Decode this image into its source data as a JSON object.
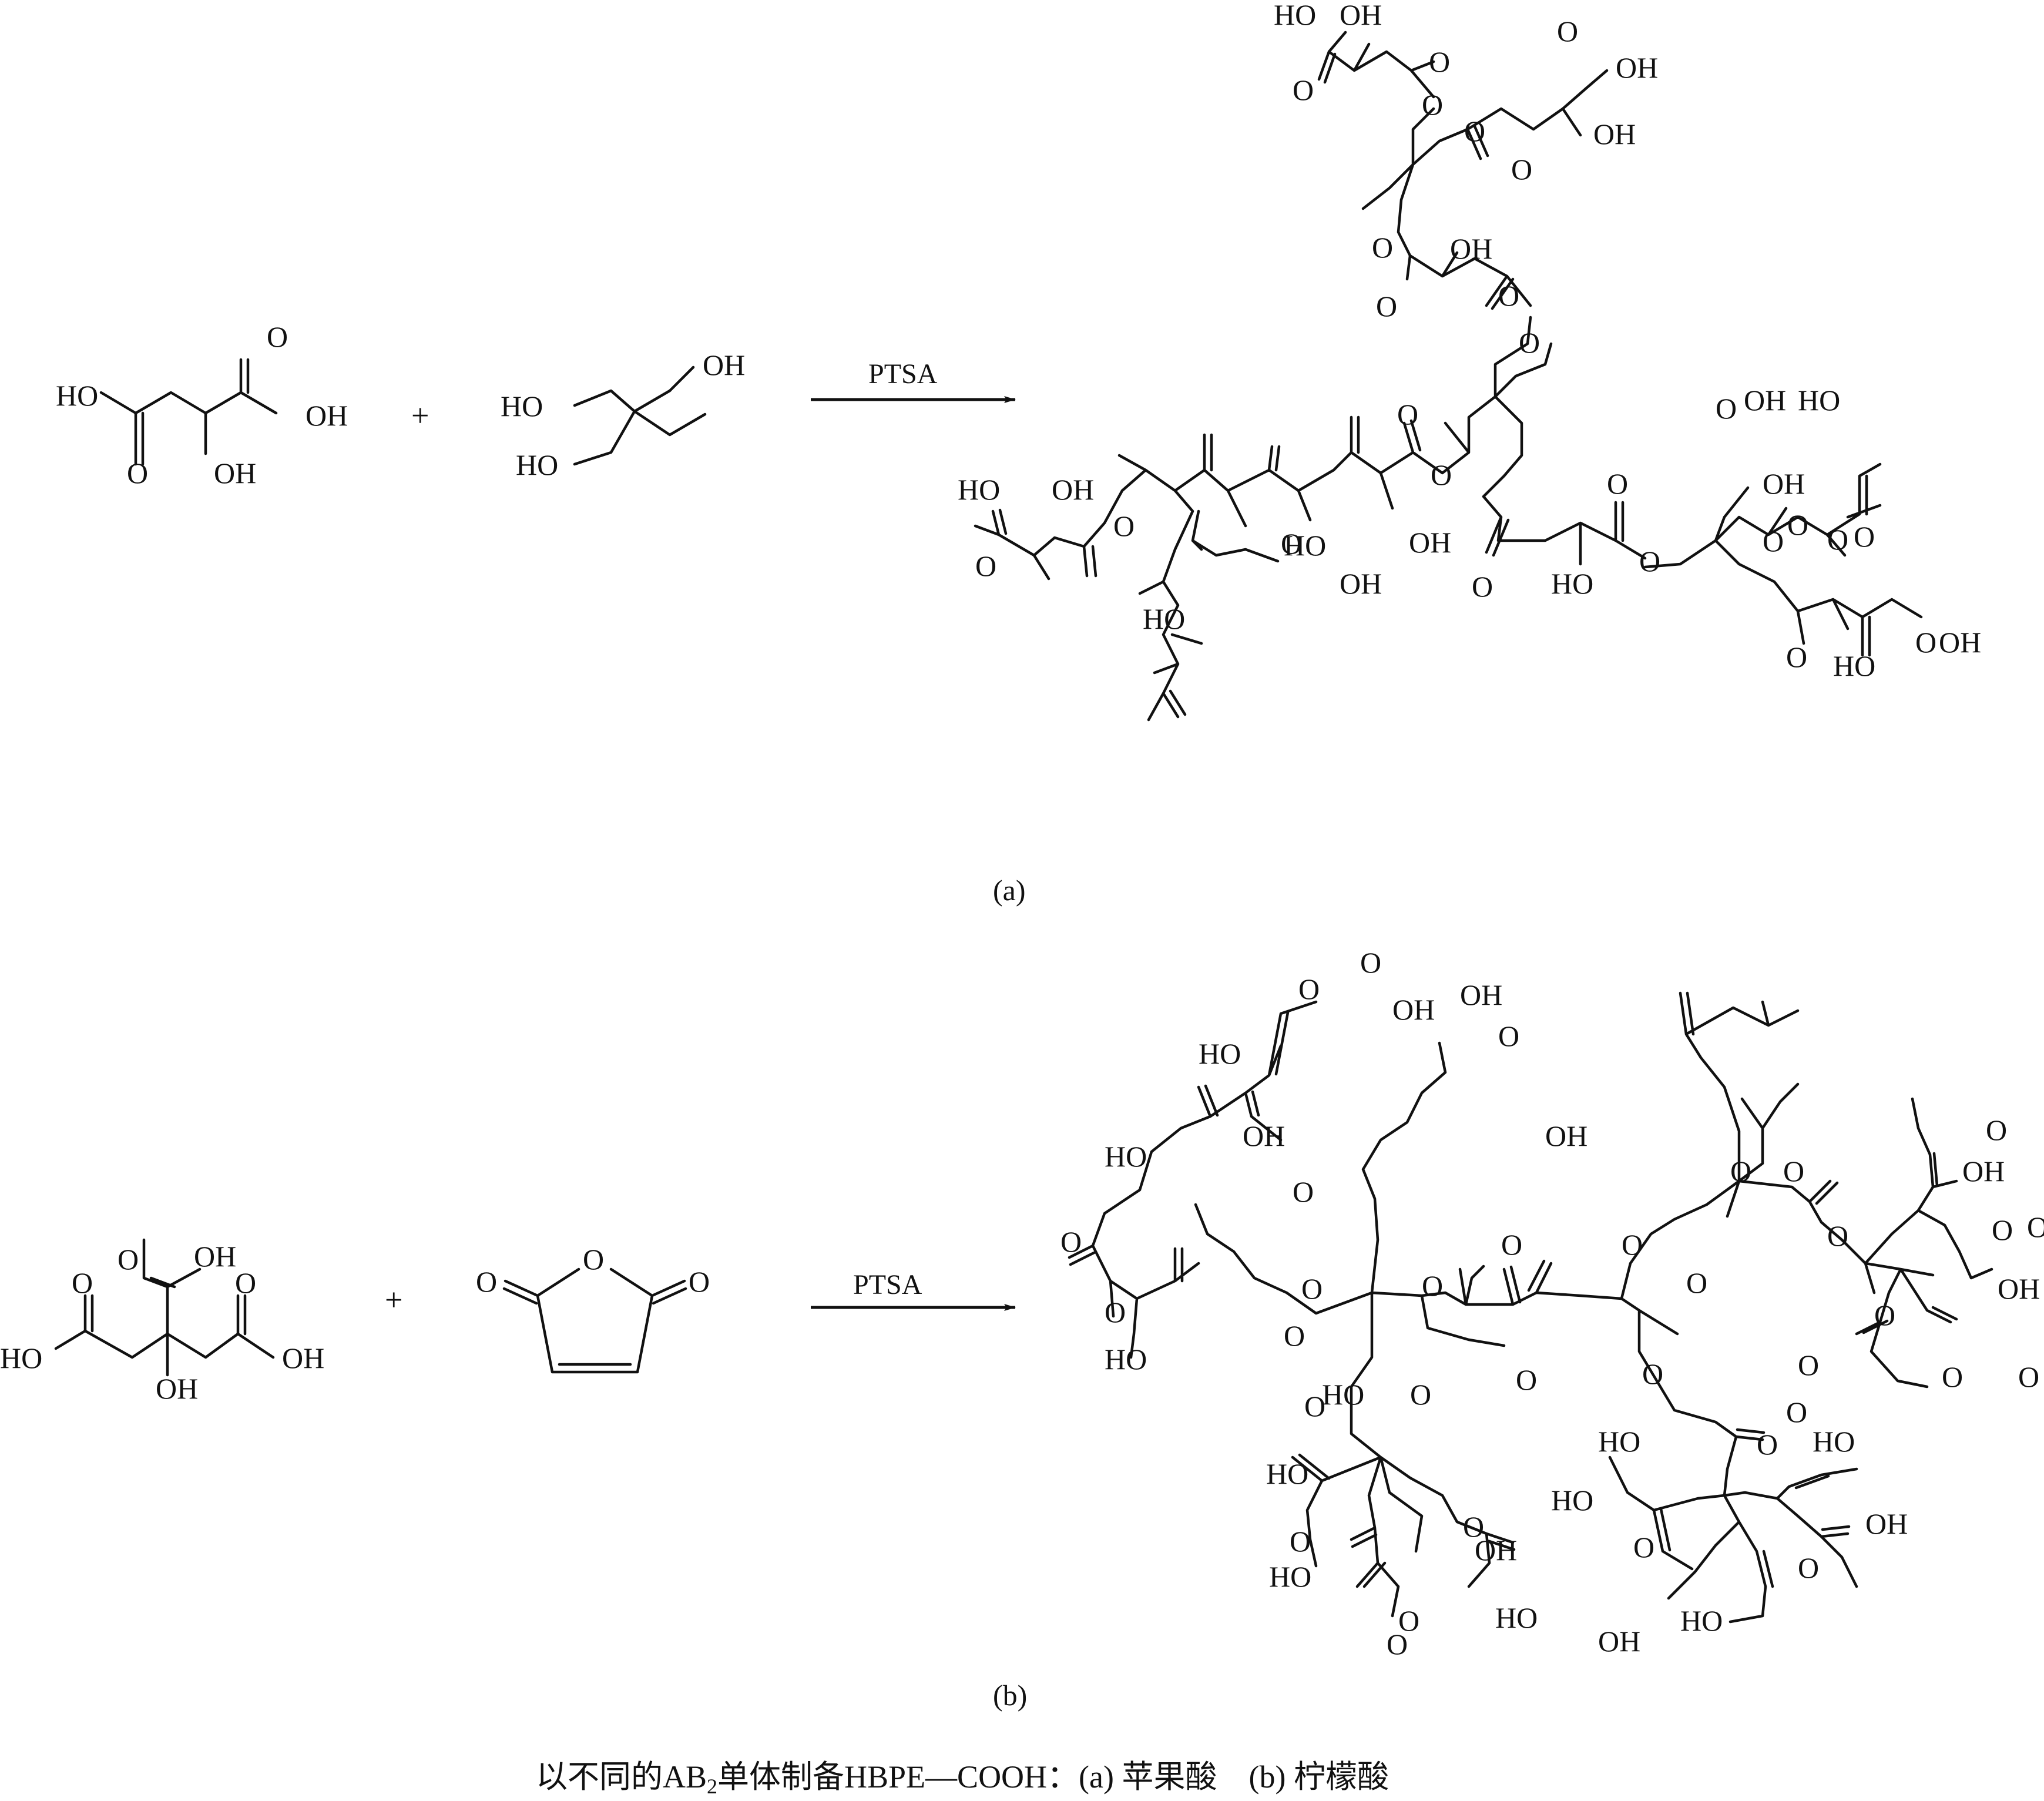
{
  "scheme_a": {
    "malic_acid_labels": [
      "O",
      "HO",
      "OH",
      "O",
      "OH"
    ],
    "tmp_labels": [
      "OH",
      "HO",
      "HO"
    ],
    "plus": "+",
    "reagent": "PTSA",
    "product_labels": [
      "HO",
      "OH",
      "O",
      "O",
      "O",
      "OH",
      "O",
      "OH",
      "O",
      "O",
      "OH",
      "O",
      "O",
      "O",
      "O",
      "OH",
      "O",
      "HO",
      "OH",
      "O",
      "O",
      "O",
      "O",
      "OH",
      "O",
      "O",
      "HO",
      "O",
      "O",
      "O",
      "HO",
      "OH",
      "O",
      "O",
      "HO",
      "OH",
      "O",
      "O",
      "HO",
      "OH",
      "O",
      "HO"
    ],
    "panel_label": "(a)"
  },
  "scheme_b": {
    "citric_acid_labels": [
      "O",
      "OH",
      "O",
      "O",
      "HO",
      "OH",
      "OH"
    ],
    "maleic_anhydride_labels": [
      "O",
      "O",
      "O"
    ],
    "plus": "+",
    "reagent": "PTSA",
    "product_labels": [
      "O",
      "OH",
      "O",
      "HO",
      "O",
      "OH",
      "O",
      "HO",
      "OH",
      "O",
      "OH",
      "O",
      "O",
      "HO",
      "O",
      "O",
      "O",
      "O",
      "O",
      "O",
      "O",
      "O",
      "O",
      "HO",
      "O",
      "O",
      "O",
      "O",
      "OH",
      "O",
      "O",
      "OH",
      "O",
      "HO",
      "HO",
      "O",
      "O",
      "HO",
      "OH",
      "O",
      "O",
      "HO",
      "OH",
      "HO",
      "O",
      "O",
      "HO",
      "OH",
      "O",
      "HO",
      "O",
      "OH",
      "O",
      "O"
    ],
    "panel_label": "(b)"
  },
  "caption": {
    "prefix": "以不同的AB",
    "subscript": "2",
    "suffix": "单体制备HBPE—COOH：(a) 苹果酸　(b) 柠檬酸"
  }
}
